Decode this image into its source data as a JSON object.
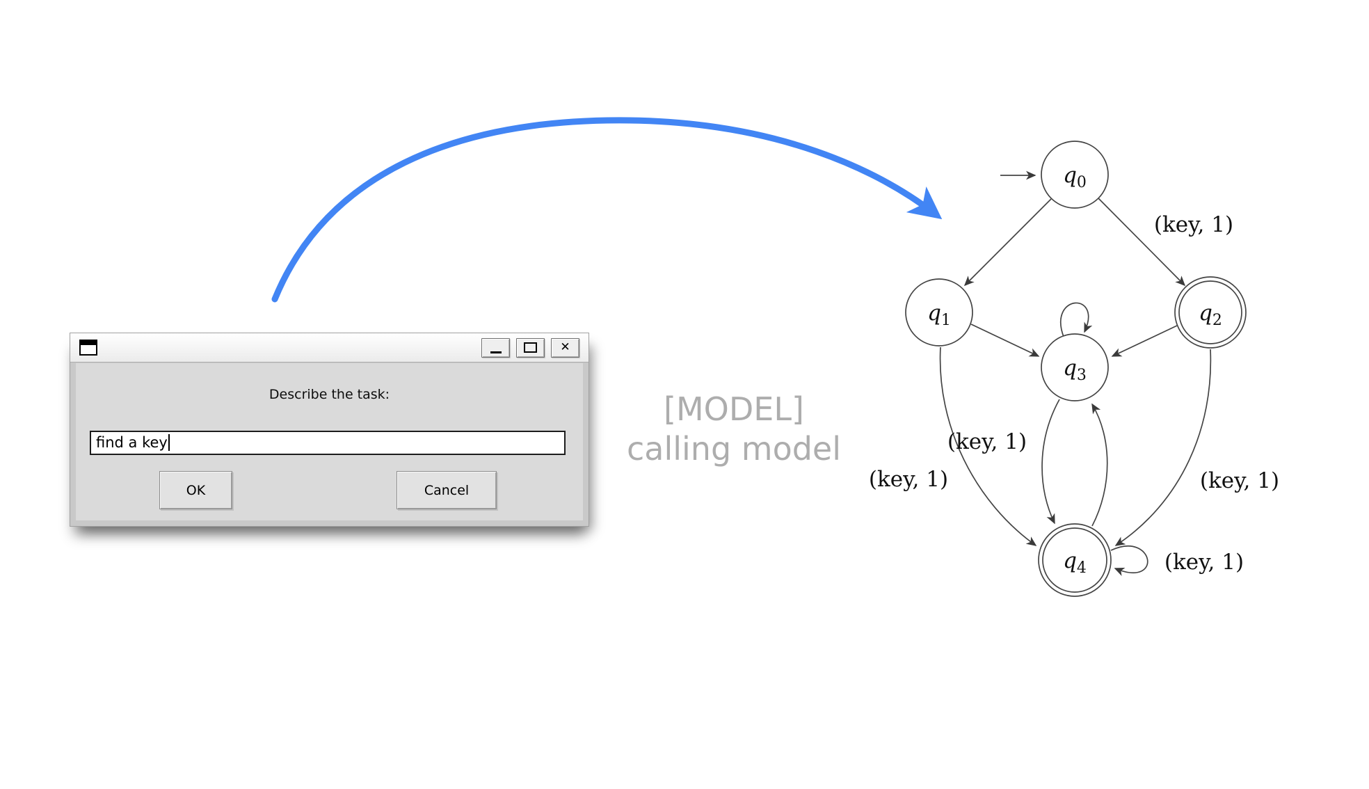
{
  "dialog": {
    "prompt": "Describe the task:",
    "input_value": "find a key",
    "ok": "OK",
    "cancel": "Cancel",
    "close_glyph": "✕"
  },
  "status": {
    "line1": "[MODEL]",
    "line2": "calling model"
  },
  "fsa": {
    "start_state": "q0",
    "accepting_states": [
      "q2",
      "q4"
    ],
    "states": [
      {
        "base": "q",
        "sub": "0"
      },
      {
        "base": "q",
        "sub": "1"
      },
      {
        "base": "q",
        "sub": "2"
      },
      {
        "base": "q",
        "sub": "3"
      },
      {
        "base": "q",
        "sub": "4"
      }
    ],
    "transitions": [
      {
        "from": "q0",
        "to": "q1"
      },
      {
        "from": "q0",
        "to": "q2",
        "label": "(key, 1)"
      },
      {
        "from": "q1",
        "to": "q3"
      },
      {
        "from": "q2",
        "to": "q3"
      },
      {
        "from": "q3",
        "to": "q3"
      },
      {
        "from": "q3",
        "to": "q4",
        "label": "(key, 1)"
      },
      {
        "from": "q4",
        "to": "q3"
      },
      {
        "from": "q1",
        "to": "q4",
        "label": "(key, 1)"
      },
      {
        "from": "q2",
        "to": "q4",
        "label": "(key, 1)"
      },
      {
        "from": "q4",
        "to": "q4",
        "label": "(key, 1)"
      }
    ],
    "edge_labels": [
      {
        "edge": "q0-q2",
        "text": "(key, 1)"
      },
      {
        "edge": "q3-q4",
        "text": "(key, 1)"
      },
      {
        "edge": "q1-q4",
        "text": "(key, 1)"
      },
      {
        "edge": "q2-q4",
        "text": "(key, 1)"
      },
      {
        "edge": "q4-q4",
        "text": "(key, 1)"
      }
    ]
  },
  "colors": {
    "arrow_blue": "#4285f4",
    "status_gray": "#adadad",
    "dialog_body": "#dadada",
    "diagram_stroke": "#444444"
  }
}
